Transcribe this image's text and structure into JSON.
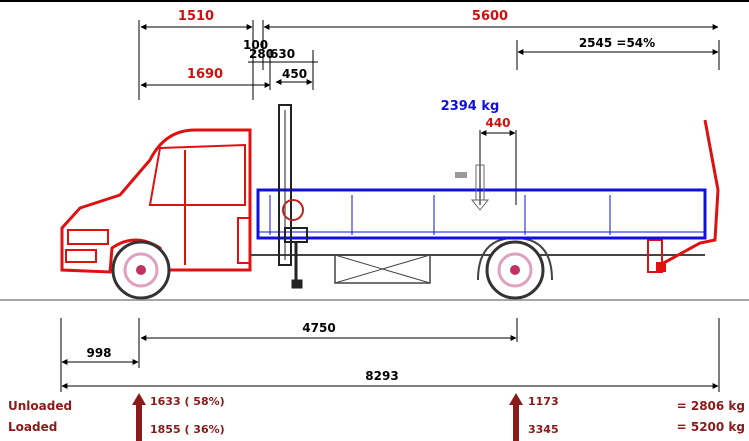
{
  "dimensions": {
    "front_to_cab": "1510",
    "cab_to_rear": "5600",
    "gap_small_a": "100",
    "gap_small_b": "280",
    "crane_width": "630",
    "crane_body": "450",
    "front_to_crane": "1690",
    "rear_load_zone": "2545 =54%",
    "load_offset": "440",
    "load_weight": "2394 kg",
    "wheelbase": "4750",
    "front_overhang": "998",
    "overall_length": "8293"
  },
  "axle_loads": {
    "unloaded_label": "Unloaded",
    "loaded_label": "Loaded",
    "front_unloaded": "1633 ( 58%)",
    "front_loaded": "1855 ( 36%)",
    "rear_unloaded": "1173",
    "rear_loaded": "3345",
    "total_unloaded": "= 2806 kg",
    "total_loaded": "= 5200 kg"
  },
  "colors": {
    "dimension_black": "#000000",
    "dimension_red": "#d01010",
    "truck_red": "#e01010",
    "body_blue": "#1010e0",
    "crane_dark": "#222222",
    "arrow_brown": "#8b1a1a",
    "ground_line": "#888888"
  }
}
